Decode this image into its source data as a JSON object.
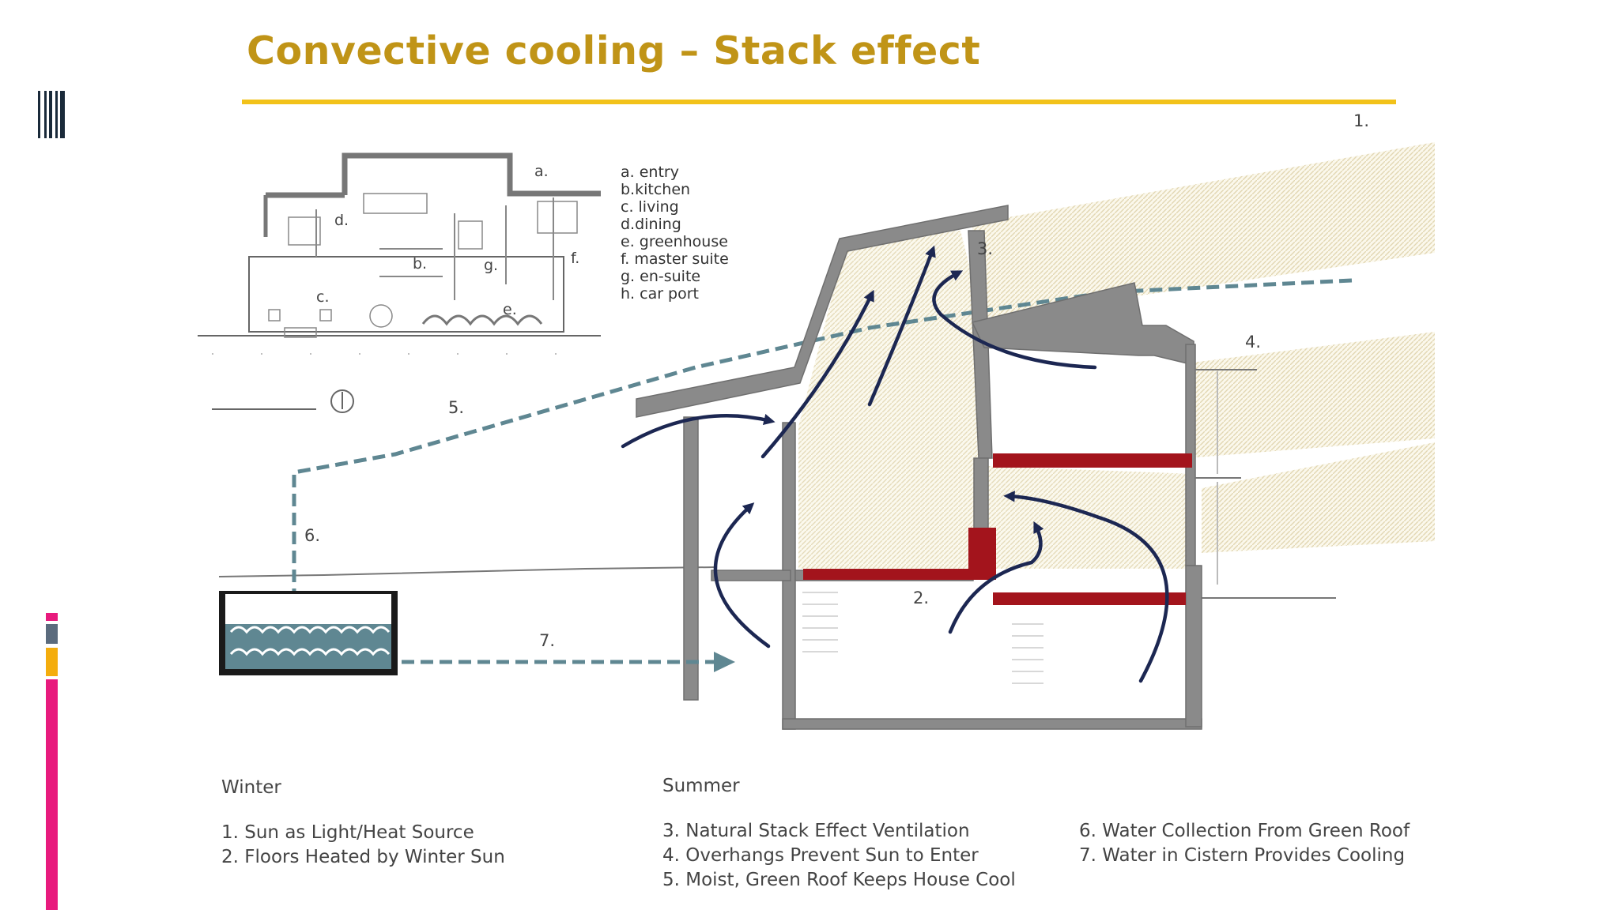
{
  "title": "Convective cooling – Stack effect",
  "plan_legend": [
    "a. entry",
    "b.kitchen",
    "c. living",
    "d.dining",
    "e. greenhouse",
    "f. master suite",
    "g. en-suite",
    "h. car port"
  ],
  "plan_labels": {
    "a": "a.",
    "b": "b.",
    "c": "c.",
    "d": "d.",
    "e": "e.",
    "f": "f.",
    "g": "g."
  },
  "callouts": {
    "n1": "1.",
    "n2": "2.",
    "n3": "3.",
    "n4": "4.",
    "n5": "5.",
    "n6": "6.",
    "n7": "7."
  },
  "legend_winter": {
    "heading": "Winter",
    "items": [
      "1. Sun as Light/Heat Source",
      "2. Floors Heated by Winter Sun"
    ]
  },
  "legend_summer": {
    "heading": "Summer",
    "items": [
      "3. Natural Stack Effect Ventilation",
      "4. Overhangs Prevent Sun to Enter",
      "5. Moist, Green Roof Keeps House Cool"
    ]
  },
  "legend_water": {
    "items": [
      "6. Water Collection From Green Roof",
      "7. Water in Cistern Provides Cooling"
    ]
  },
  "colors": {
    "title": "#c09417",
    "rule": "#f2c21a",
    "wall": "#8a8a8a",
    "floor": "#a3141c",
    "arrow": "#1c2752",
    "water": "#5f8792",
    "accent_pink": "#e81a7d",
    "accent_orange": "#f4ad0d",
    "accent_slate": "#5b6b7d"
  }
}
